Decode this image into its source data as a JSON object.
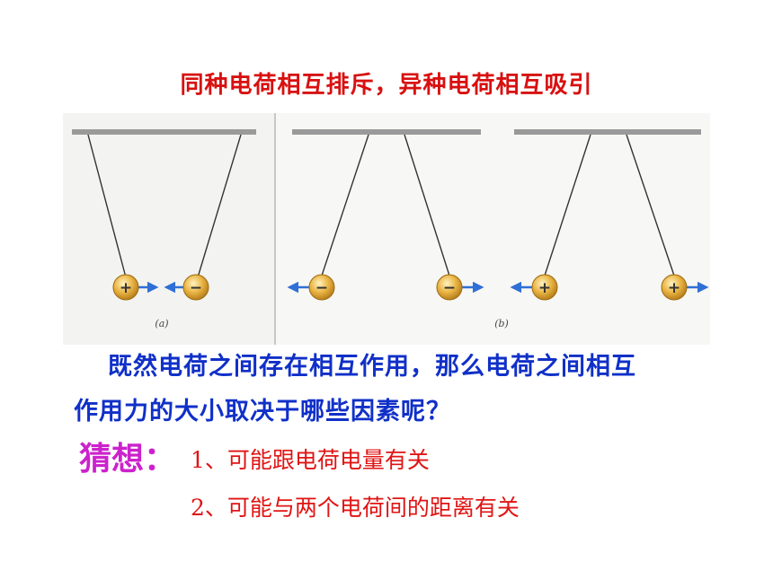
{
  "title": "同种电荷相互排斥，异种电荷相互吸引",
  "figure": {
    "label_a": "(a)",
    "label_b": "(b)",
    "panels": [
      {
        "left_sign": "+",
        "right_sign": "−",
        "interaction": "attract"
      },
      {
        "left_sign": "−",
        "right_sign": "−",
        "interaction": "repel"
      },
      {
        "left_sign": "+",
        "right_sign": "+",
        "interaction": "repel"
      }
    ],
    "colors": {
      "ball": "#e8b040",
      "arrow": "#2f6fd6",
      "bar": "#9a9a9a"
    }
  },
  "question": {
    "line1": "既然电荷之间存在相互作用，那么电荷之间相互",
    "line2": "作用力的大小取决于哪些因素呢？"
  },
  "guess": {
    "label": "猜想：",
    "item1": "1、可能跟电荷电量有关",
    "item2": "2、可能与两个电荷间的距离有关"
  }
}
